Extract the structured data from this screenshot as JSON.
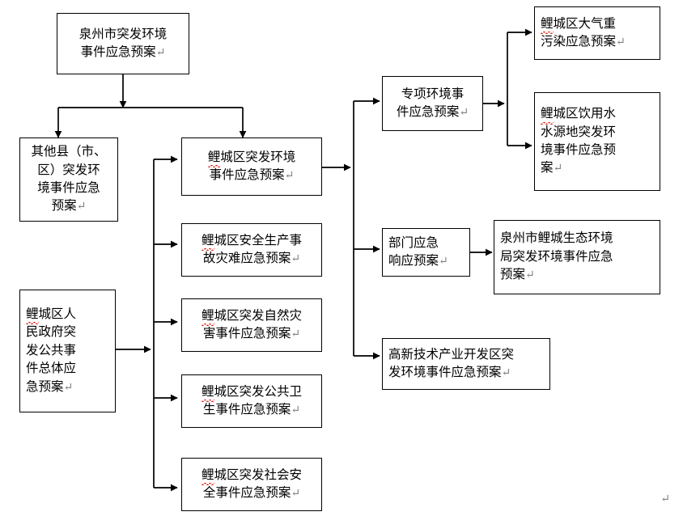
{
  "document": {
    "type": "flowchart-diagram",
    "title_node": "泉州市突发环境事件应急预案",
    "trailing_paragraph_mark": "↵",
    "colors": {
      "box_border": "#000000",
      "box_fill": "#ffffff",
      "text": "#000000",
      "connector": "#000000",
      "spellcheck_squiggle": "#e0241a",
      "paragraph_mark": "#808080"
    }
  },
  "nodes": [
    {
      "id": "quanzhou-city-plan",
      "line1": "泉州市突发环境",
      "line2": "事件应急预案",
      "mark": "↵",
      "squiggle": false
    },
    {
      "id": "other-counties-plan",
      "line1": "其他县（市、",
      "line2": "区）突发环",
      "line3": "境事件应急",
      "line4": "预案",
      "mark": "↵",
      "squiggle": false
    },
    {
      "id": "licheng-government-overall-plan",
      "line1": "鲤城区人",
      "line2": "民政府突",
      "line3": "发公共事",
      "line4": "件总体应",
      "line5": "急预案",
      "mark": "↵",
      "squiggle": true
    },
    {
      "id": "licheng-environment-plan",
      "line1": "鲤城区突发环境",
      "line2": "事件应急预案",
      "mark": "↵",
      "squiggle": true
    },
    {
      "id": "licheng-work-safety-plan",
      "line1": "鲤城区安全生产事",
      "line2": "故灾难应急预案",
      "mark": "↵",
      "squiggle": true
    },
    {
      "id": "licheng-natural-disaster-plan",
      "line1": "鲤城区突发自然灾",
      "line2": "害事件应急预案",
      "mark": "↵",
      "squiggle": true
    },
    {
      "id": "licheng-public-health-plan",
      "line1": "鲤城区突发公共卫",
      "line2": "生事件应急预案",
      "mark": "↵",
      "squiggle": true
    },
    {
      "id": "licheng-social-security-plan",
      "line1": "鲤城区突发社会安",
      "line2": "全事件应急预案",
      "mark": "↵",
      "squiggle": true
    },
    {
      "id": "special-environment-plan",
      "line1": "专项环境事",
      "line2": "件应急预案",
      "mark": "↵",
      "squiggle": false
    },
    {
      "id": "department-response-plan",
      "line1": "部门应急",
      "line2": "响应预案",
      "mark": "↵",
      "squiggle": false
    },
    {
      "id": "hightech-zone-plan",
      "line1": "高新技术产业开发区突",
      "line2": "发环境事件应急预案",
      "mark": "↵",
      "squiggle": false
    },
    {
      "id": "licheng-heavy-air-pollution-plan",
      "line1": "鲤城区大气重",
      "line2": "污染应急预案",
      "mark": "↵",
      "squiggle": true
    },
    {
      "id": "licheng-drinking-water-source-plan",
      "line1": "鲤城区饮用水",
      "line2": "水源地突发环",
      "line3": "境事件应急预",
      "line4": "案",
      "mark": "↵",
      "squiggle": true
    },
    {
      "id": "quanzhou-licheng-eco-bureau-plan",
      "line1": "泉州市鲤城生态环境",
      "line2": "局突发环境事件应急",
      "line3": "预案",
      "mark": "↵",
      "squiggle": false
    }
  ],
  "edges": [
    {
      "from": "quanzhou-city-plan",
      "to": "other-counties-plan"
    },
    {
      "from": "quanzhou-city-plan",
      "to": "licheng-environment-plan"
    },
    {
      "from": "licheng-government-overall-plan",
      "to": "licheng-environment-plan"
    },
    {
      "from": "licheng-government-overall-plan",
      "to": "licheng-work-safety-plan"
    },
    {
      "from": "licheng-government-overall-plan",
      "to": "licheng-natural-disaster-plan"
    },
    {
      "from": "licheng-government-overall-plan",
      "to": "licheng-public-health-plan"
    },
    {
      "from": "licheng-government-overall-plan",
      "to": "licheng-social-security-plan"
    },
    {
      "from": "licheng-environment-plan",
      "to": "special-environment-plan"
    },
    {
      "from": "licheng-environment-plan",
      "to": "department-response-plan"
    },
    {
      "from": "licheng-environment-plan",
      "to": "hightech-zone-plan"
    },
    {
      "from": "special-environment-plan",
      "to": "licheng-heavy-air-pollution-plan"
    },
    {
      "from": "special-environment-plan",
      "to": "licheng-drinking-water-source-plan"
    },
    {
      "from": "department-response-plan",
      "to": "quanzhou-licheng-eco-bureau-plan"
    }
  ]
}
